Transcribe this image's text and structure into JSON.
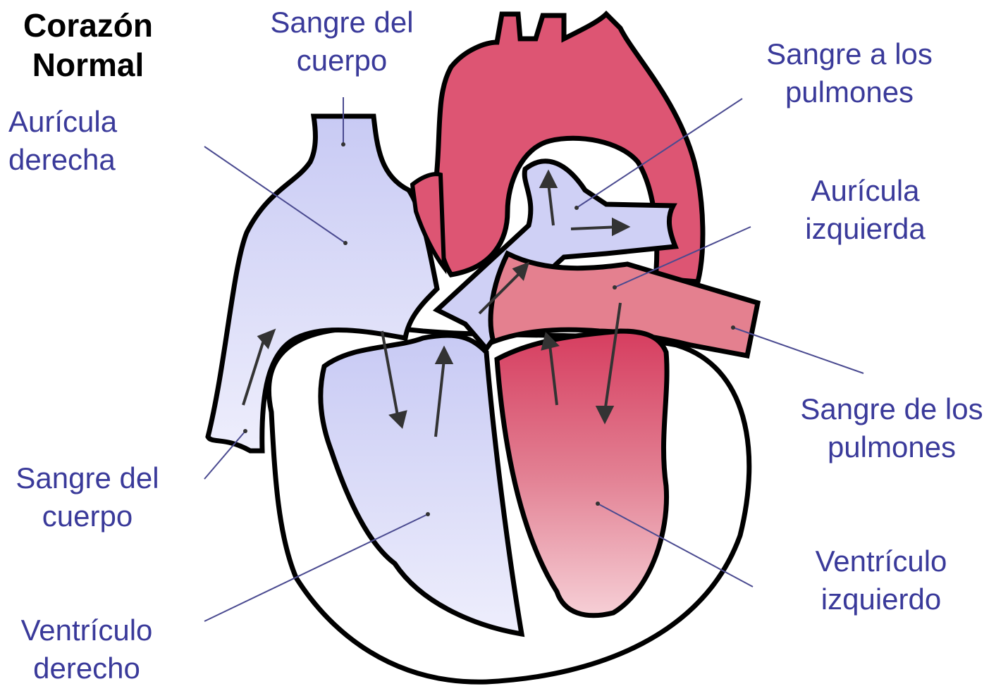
{
  "title": {
    "line1": "Corazón",
    "line2": "Normal"
  },
  "labels": {
    "top_body_blood": {
      "line1": "Sangre del",
      "line2": "cuerpo"
    },
    "blood_to_lungs": {
      "line1": "Sangre a los",
      "line2": "pulmones"
    },
    "right_atrium": {
      "line1": "Aurícula",
      "line2": "derecha"
    },
    "left_atrium": {
      "line1": "Aurícula",
      "line2": "izquierda"
    },
    "blood_from_lungs": {
      "line1": "Sangre de los",
      "line2": "pulmones"
    },
    "bottom_body_blood": {
      "line1": "Sangre del",
      "line2": "cuerpo"
    },
    "left_ventricle": {
      "line1": "Ventrículo",
      "line2": "izquierdo"
    },
    "right_ventricle": {
      "line1": "Ventrículo",
      "line2": "derecho"
    }
  },
  "colors": {
    "label_text": "#3a3a9a",
    "deoxygenated": "#d0d2f5",
    "oxygenated": "#d9546f",
    "outline": "#000000",
    "leader_line": "#4a4a90"
  }
}
